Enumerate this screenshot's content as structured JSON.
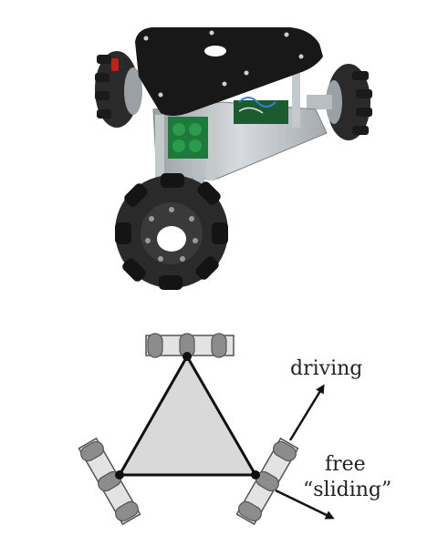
{
  "photo": {
    "subject": "three-wheeled omni-wheel robot",
    "colors": {
      "plate": "#181818",
      "wheel": "#2a2a2a",
      "roller": "#1c1c1c",
      "frame": "#b9bec2",
      "battery": "#1e7a3a",
      "accent_red": "#c0201c"
    }
  },
  "diagram": {
    "labels": {
      "driving": "driving",
      "free": "free",
      "sliding": "“sliding”"
    },
    "colors": {
      "triangle_fill": "#d9d9d9",
      "stroke": "#111111",
      "wheel_body": "#e3e3e3",
      "roller": "#8c8c8c"
    }
  }
}
